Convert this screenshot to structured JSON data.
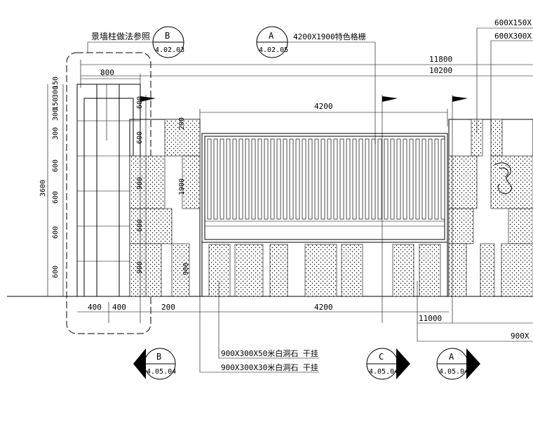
{
  "callouts": {
    "top_b": {
      "letter": "B",
      "ref": "4.02.03",
      "label": "景墙柱做法参照"
    },
    "top_a": {
      "letter": "A",
      "ref": "4.02.05",
      "label": "4200X1900特色格栅"
    },
    "bottom_b": {
      "letter": "B",
      "ref": "4.05.04"
    },
    "bottom_c": {
      "letter": "C",
      "ref": "4.05.04"
    },
    "bottom_a": {
      "letter": "A",
      "ref": "4.05.04"
    }
  },
  "materials": {
    "stone_50": "900X300X50米白洞石 干挂",
    "stone_30": "900X300X30米白洞石 干挂",
    "right_top_1": "600X150X",
    "right_top_2": "600X300X",
    "right_bottom": "900X"
  },
  "dimensions": {
    "overall_11800": "11800",
    "overall_10200": "10200",
    "pillar_width": "800",
    "grille_width": "4200",
    "bottom_4200": "4200",
    "bottom_11000": "11000",
    "half_400_left": "400",
    "half_400_right": "400",
    "gap_200": "200",
    "height_total": "3600",
    "stack": [
      "150",
      "300",
      "150",
      "300",
      "300",
      "600",
      "600",
      "600",
      "600"
    ],
    "left_600": [
      "600",
      "600",
      "600"
    ],
    "left_900": [
      "900",
      "900"
    ],
    "grille_h_1900": "1900",
    "grille_top_200": "200",
    "mid_900": "900"
  }
}
